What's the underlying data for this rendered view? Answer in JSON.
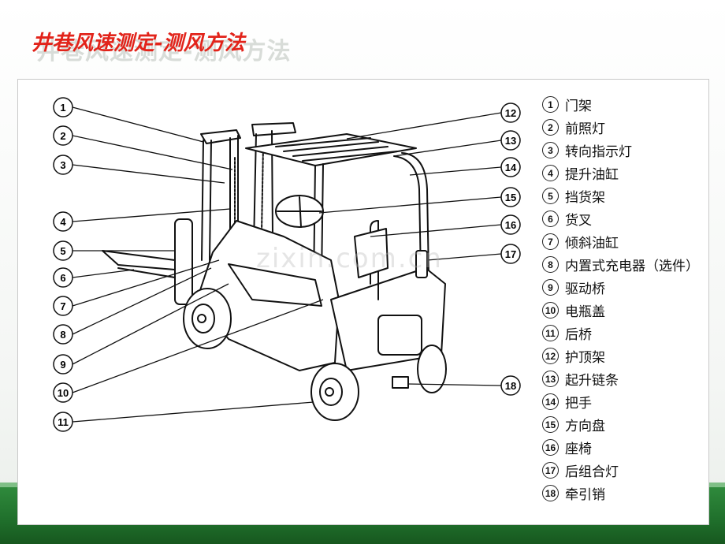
{
  "slide": {
    "title": "井巷风速测定-测风方法"
  },
  "legend": [
    {
      "num": "1",
      "label": "门架"
    },
    {
      "num": "2",
      "label": "前照灯"
    },
    {
      "num": "3",
      "label": "转向指示灯"
    },
    {
      "num": "4",
      "label": "提升油缸"
    },
    {
      "num": "5",
      "label": "挡货架"
    },
    {
      "num": "6",
      "label": "货叉"
    },
    {
      "num": "7",
      "label": "倾斜油缸"
    },
    {
      "num": "8",
      "label": "内置式充电器（选件）"
    },
    {
      "num": "9",
      "label": "驱动桥"
    },
    {
      "num": "10",
      "label": "电瓶盖"
    },
    {
      "num": "11",
      "label": "后桥"
    },
    {
      "num": "12",
      "label": "护顶架"
    },
    {
      "num": "13",
      "label": "起升链条"
    },
    {
      "num": "14",
      "label": "把手"
    },
    {
      "num": "15",
      "label": "方向盘"
    },
    {
      "num": "16",
      "label": "座椅"
    },
    {
      "num": "17",
      "label": "后组合灯"
    },
    {
      "num": "18",
      "label": "牵引销"
    }
  ],
  "callouts_left": [
    "1",
    "2",
    "3",
    "4",
    "5",
    "6",
    "7",
    "8",
    "9",
    "10",
    "11"
  ],
  "callouts_right": [
    "12",
    "13",
    "14",
    "15",
    "16",
    "17",
    "18"
  ],
  "watermark": "zixin.com.cn"
}
